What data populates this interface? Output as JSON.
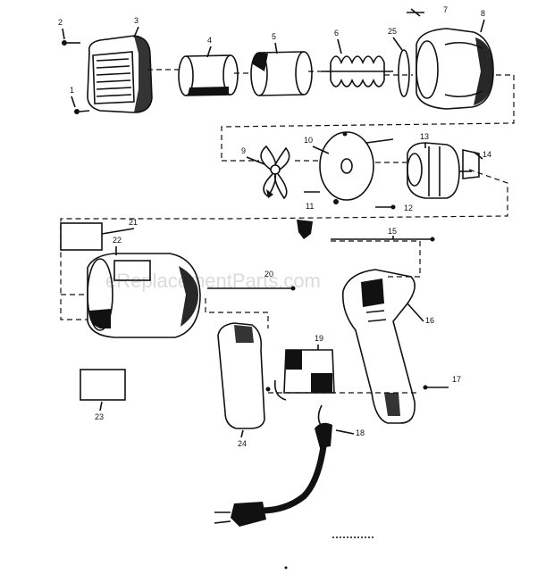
{
  "watermark": "eReplacementParts.com",
  "callouts": [
    "1",
    "2",
    "3",
    "4",
    "5",
    "6",
    "7",
    "8",
    "9",
    "10",
    "11",
    "12",
    "13",
    "14",
    "15",
    "16",
    "17",
    "18",
    "19",
    "20",
    "21",
    "22",
    "23",
    "24",
    "25"
  ],
  "ink_color": "#111111",
  "background_color": "#ffffff"
}
